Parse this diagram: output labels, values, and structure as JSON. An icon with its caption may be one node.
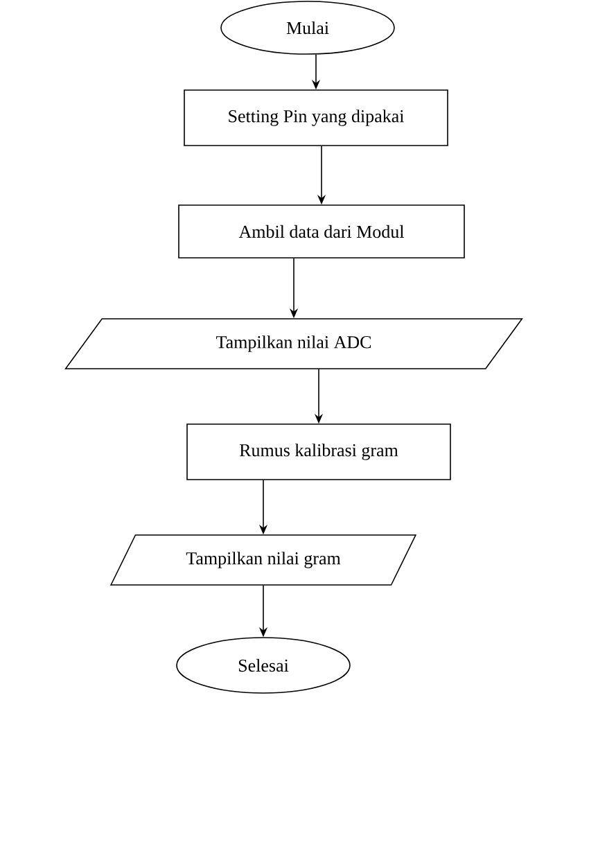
{
  "diagram": {
    "nodes": [
      {
        "text": [
          "Mulai"
        ]
      },
      {
        "text": [
          "Setting Pin yang dipakai"
        ]
      },
      {
        "text": [
          "Ambil data dari Modul"
        ]
      },
      {
        "text": [
          "Tampilkan nilai ADC"
        ]
      },
      {
        "text": [
          "Rumus kalibrasi gram"
        ]
      },
      {
        "text": [
          "Tampilkan nilai gram"
        ]
      },
      {
        "text": [
          "Selesai"
        ]
      }
    ],
    "edges": [
      {
        "from": 0,
        "to": 1,
        "arrow": "to"
      },
      {
        "from": 1,
        "to": 2,
        "arrow": "to"
      },
      {
        "from": 2,
        "to": 3,
        "arrow": "to"
      },
      {
        "from": 3,
        "to": 4,
        "arrow": "to"
      },
      {
        "from": 4,
        "to": 5,
        "arrow": "to"
      },
      {
        "from": 5,
        "to": 6,
        "arrow": "to"
      }
    ]
  }
}
